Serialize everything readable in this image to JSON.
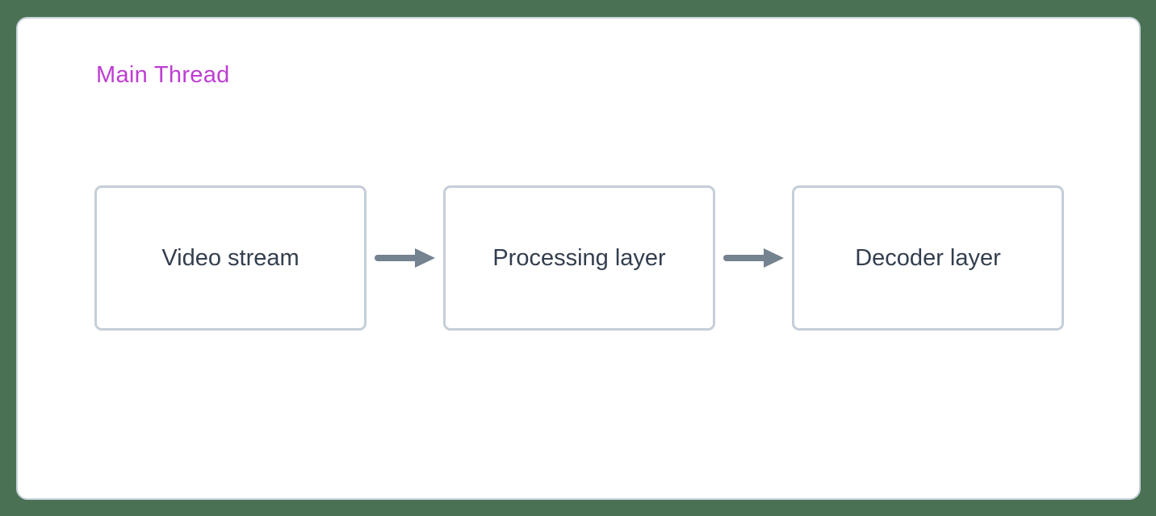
{
  "diagram": {
    "type": "flowchart",
    "direction": "left-to-right",
    "cluster": {
      "title": "Main Thread",
      "title_color": "#be3dd3"
    },
    "nodes": [
      {
        "id": "video-stream",
        "label": "Video stream"
      },
      {
        "id": "processing-layer",
        "label": "Processing layer"
      },
      {
        "id": "decoder-layer",
        "label": "Decoder layer"
      }
    ],
    "edges": [
      {
        "from": "video-stream",
        "to": "processing-layer",
        "style": "arrow"
      },
      {
        "from": "processing-layer",
        "to": "decoder-layer",
        "style": "arrow"
      }
    ],
    "colors": {
      "page_background": "#4a7153",
      "card_background": "#ffffff",
      "card_border": "#c9d2dc",
      "node_border": "#c5ced8",
      "node_text": "#333e4e",
      "arrow": "#75828f"
    }
  }
}
